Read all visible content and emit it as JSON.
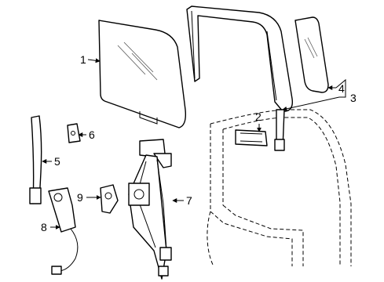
{
  "callouts": {
    "p1": "1",
    "p2": "2",
    "p3": "3",
    "p4": "4",
    "p5": "5",
    "p6": "6",
    "p7": "7",
    "p8": "8",
    "p9": "9"
  }
}
